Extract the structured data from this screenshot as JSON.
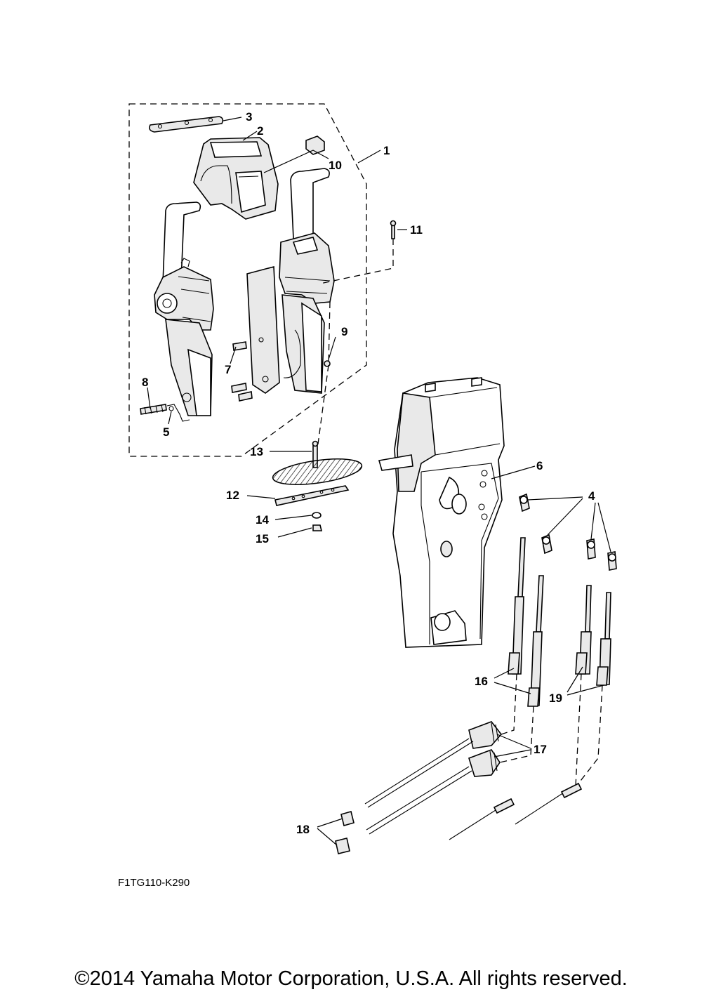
{
  "diagram_code": "F1TG110-K290",
  "copyright": "©2014 Yamaha Motor Corporation, U.S.A. All rights reserved.",
  "callouts": [
    "1",
    "2",
    "3",
    "4",
    "5",
    "6",
    "7",
    "8",
    "9",
    "10",
    "11",
    "12",
    "13",
    "14",
    "15",
    "16",
    "17",
    "18",
    "19"
  ]
}
